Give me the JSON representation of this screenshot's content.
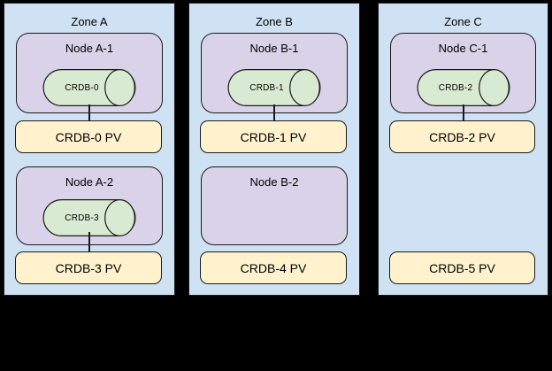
{
  "diagram": {
    "description": "Three availability zones with Kubernetes nodes, CockroachDB pods and persistent volumes",
    "colors": {
      "canvas_bg": "#000000",
      "zone_fill": "#cfe2f3",
      "node_fill": "#d9d2e9",
      "cylinder_fill": "#d9ead3",
      "pv_fill": "#fff2cc",
      "stroke": "#1a1a1a"
    },
    "zones": [
      {
        "title": "Zone A",
        "slots": [
          {
            "node": "Node A-1",
            "pod": "CRDB-0",
            "pv": "CRDB-0 PV"
          },
          {
            "node": "Node A-2",
            "pod": "CRDB-3",
            "pv": "CRDB-3 PV"
          }
        ]
      },
      {
        "title": "Zone B",
        "slots": [
          {
            "node": "Node B-1",
            "pod": "CRDB-1",
            "pv": "CRDB-1 PV"
          },
          {
            "node": "Node B-2",
            "pv": "CRDB-4 PV"
          }
        ]
      },
      {
        "title": "Zone C",
        "slots": [
          {
            "node": "Node C-1",
            "pod": "CRDB-2",
            "pv": "CRDB-2 PV"
          },
          {
            "pv": "CRDB-5 PV"
          }
        ]
      }
    ]
  }
}
